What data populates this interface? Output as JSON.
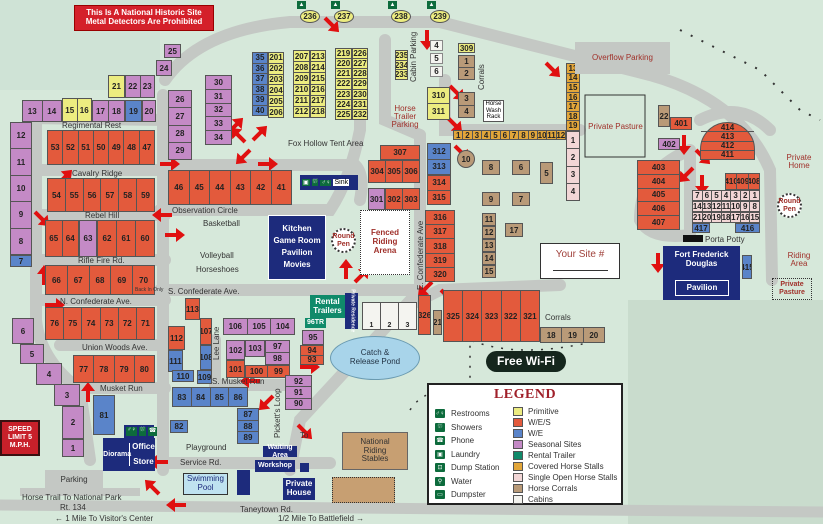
{
  "colors": {
    "wes": "#e35a3c",
    "primitive": "#ecec80",
    "we": "#5a84c9",
    "seasonal": "#c48ac6",
    "rental": "#108a6a",
    "covered": "#e2a63a",
    "single": "#f2d6d6",
    "corral": "#b99a78",
    "cabin": "#f4f4f0",
    "navy": "#1d2b7c",
    "road": "#c4c8c4",
    "arrow": "#e01010"
  },
  "banner": {
    "line1": "This Is A National Historic Site",
    "line2": "Metal Detectors Are Prohibited"
  },
  "tent_sites": [
    "236",
    "237",
    "238",
    "239"
  ],
  "sites": [
    {
      "type": "wes",
      "labels": [
        "53",
        "52",
        "51",
        "50",
        "49",
        "48",
        "47"
      ]
    },
    {
      "type": "wes",
      "labels": [
        "54",
        "55",
        "56",
        "57",
        "58",
        "59"
      ]
    },
    {
      "type": "wes",
      "labels": [
        "65",
        "64"
      ]
    },
    {
      "type": "seasonal",
      "labels": [
        "63"
      ]
    },
    {
      "type": "wes",
      "labels": [
        "62",
        "61",
        "60"
      ]
    },
    {
      "type": "wes",
      "labels": [
        "66",
        "67",
        "68",
        "69",
        "70"
      ]
    },
    {
      "type": "wes",
      "labels": [
        "76",
        "75",
        "74",
        "73",
        "72",
        "71"
      ]
    },
    {
      "type": "wes",
      "labels": [
        "77",
        "78",
        "79",
        "80"
      ]
    },
    {
      "type": "wes",
      "labels": [
        "46",
        "45",
        "44",
        "43",
        "42",
        "41"
      ]
    },
    {
      "type": "seasonal",
      "labels": [
        "13",
        "14"
      ]
    },
    {
      "type": "primitive",
      "labels": [
        "15",
        "16"
      ]
    },
    {
      "type": "seasonal",
      "labels": [
        "17",
        "18"
      ]
    },
    {
      "type": "we",
      "labels": [
        "19"
      ]
    },
    {
      "type": "seasonal",
      "labels": [
        "20"
      ]
    },
    {
      "type": "primitive",
      "labels": [
        "21"
      ]
    },
    {
      "type": "seasonal",
      "labels": [
        "22",
        "23"
      ]
    },
    {
      "type": "seasonal",
      "labels": [
        "24"
      ]
    },
    {
      "type": "seasonal",
      "labels": [
        "25"
      ]
    },
    {
      "type": "seasonal",
      "labels": [
        "12",
        "11",
        "10",
        "9",
        "8"
      ]
    },
    {
      "type": "we",
      "labels": [
        "7"
      ]
    },
    {
      "type": "seasonal",
      "labels": [
        "6",
        "5",
        "4",
        "3",
        "2",
        "1"
      ]
    },
    {
      "type": "seasonal",
      "labels": [
        "26",
        "27",
        "28",
        "29"
      ]
    },
    {
      "type": "seasonal",
      "labels": [
        "30",
        "31",
        "32",
        "33",
        "34"
      ]
    },
    {
      "type": "we",
      "labels": [
        "35",
        "36",
        "37",
        "38",
        "39",
        "40"
      ]
    },
    {
      "type": "primitive",
      "labels": [
        "201",
        "202",
        "203",
        "204",
        "205",
        "206"
      ]
    },
    {
      "type": "primitive",
      "labels": [
        "207",
        "208",
        "209",
        "210",
        "211",
        "212"
      ]
    },
    {
      "type": "primitive",
      "labels": [
        "213",
        "214",
        "215",
        "216",
        "217",
        "218"
      ]
    },
    {
      "type": "primitive",
      "labels": [
        "219",
        "220",
        "221",
        "222",
        "223",
        "224",
        "225"
      ]
    },
    {
      "type": "primitive",
      "labels": [
        "226",
        "227",
        "228",
        "229",
        "230",
        "231",
        "232"
      ]
    },
    {
      "type": "primitive",
      "labels": [
        "235",
        "234",
        "233"
      ]
    },
    {
      "type": "wes",
      "labels": [
        "307"
      ]
    },
    {
      "type": "wes",
      "labels": [
        "304",
        "305",
        "306"
      ]
    },
    {
      "type": "seasonal",
      "labels": [
        "301"
      ]
    },
    {
      "type": "wes",
      "labels": [
        "302",
        "303"
      ]
    },
    {
      "type": "we",
      "labels": [
        "312",
        "313"
      ]
    },
    {
      "type": "wes",
      "labels": [
        "314",
        "315"
      ]
    },
    {
      "type": "wes",
      "labels": [
        "316",
        "317",
        "318",
        "319",
        "320"
      ]
    },
    {
      "type": "primitive",
      "labels": [
        "309"
      ]
    },
    {
      "type": "corral",
      "labels": [
        "1",
        "2"
      ]
    },
    {
      "type": "corral",
      "labels": [
        "3",
        "4"
      ]
    },
    {
      "type": "primitive",
      "labels": [
        "310",
        "311"
      ]
    },
    {
      "type": "covered",
      "labels": [
        "1",
        "2",
        "3",
        "4",
        "5",
        "6",
        "7",
        "8",
        "9",
        "10",
        "11",
        "12"
      ]
    },
    {
      "type": "covered",
      "labels": [
        "13",
        "14",
        "15",
        "16",
        "17",
        "18",
        "19"
      ]
    },
    {
      "type": "single",
      "labels": [
        "1",
        "2",
        "3",
        "4"
      ]
    },
    {
      "type": "corral",
      "labels": [
        "10",
        "8",
        "6",
        "5",
        "9",
        "7",
        "11",
        "12",
        "13",
        "14",
        "15",
        "17"
      ]
    },
    {
      "type": "corral",
      "labels": [
        "22"
      ]
    },
    {
      "type": "wes",
      "labels": [
        "401"
      ]
    },
    {
      "type": "seasonal",
      "labels": [
        "402"
      ]
    },
    {
      "type": "wes",
      "labels": [
        "414",
        "413",
        "412",
        "411"
      ]
    },
    {
      "type": "wes",
      "labels": [
        "403",
        "404",
        "405",
        "406",
        "407"
      ]
    },
    {
      "type": "wes",
      "labels": [
        "410",
        "409",
        "408"
      ]
    },
    {
      "type": "single",
      "labels": [
        "7",
        "6",
        "5",
        "4",
        "3",
        "2",
        "1"
      ]
    },
    {
      "type": "single",
      "labels": [
        "14",
        "13",
        "12",
        "11",
        "10",
        "9",
        "8"
      ]
    },
    {
      "type": "single",
      "labels": [
        "21",
        "20",
        "19",
        "18",
        "17",
        "16",
        "15"
      ]
    },
    {
      "type": "we",
      "labels": [
        "417"
      ]
    },
    {
      "type": "we",
      "labels": [
        "416"
      ]
    },
    {
      "type": "we",
      "labels": [
        "415"
      ]
    },
    {
      "type": "wes",
      "labels": [
        "113"
      ]
    },
    {
      "type": "wes",
      "labels": [
        "107"
      ]
    },
    {
      "type": "wes",
      "labels": [
        "112"
      ]
    },
    {
      "type": "we",
      "labels": [
        "108"
      ]
    },
    {
      "type": "we",
      "labels": [
        "111"
      ]
    },
    {
      "type": "we",
      "labels": [
        "110"
      ]
    },
    {
      "type": "we",
      "labels": [
        "109"
      ]
    },
    {
      "type": "seasonal",
      "labels": [
        "106",
        "105",
        "104"
      ]
    },
    {
      "type": "seasonal",
      "labels": [
        "102"
      ]
    },
    {
      "type": "seasonal",
      "labels": [
        "103"
      ]
    },
    {
      "type": "seasonal",
      "labels": [
        "97",
        "98"
      ]
    },
    {
      "type": "wes",
      "labels": [
        "101"
      ]
    },
    {
      "type": "wes",
      "labels": [
        "100",
        "99"
      ]
    },
    {
      "type": "seasonal",
      "labels": [
        "95"
      ]
    },
    {
      "type": "wes",
      "labels": [
        "94",
        "93"
      ]
    },
    {
      "type": "seasonal",
      "labels": [
        "92",
        "91",
        "90"
      ]
    },
    {
      "type": "we",
      "labels": [
        "83",
        "84",
        "85",
        "86"
      ]
    },
    {
      "type": "we",
      "labels": [
        "87",
        "88",
        "89"
      ]
    },
    {
      "type": "we",
      "labels": [
        "82"
      ]
    },
    {
      "type": "we",
      "labels": [
        "81"
      ]
    },
    {
      "type": "wes",
      "labels": [
        "326"
      ]
    },
    {
      "type": "corral",
      "labels": [
        "21"
      ]
    },
    {
      "type": "wes",
      "labels": [
        "325",
        "324",
        "323",
        "322",
        "321"
      ]
    },
    {
      "type": "corral",
      "labels": [
        "18",
        "19",
        "20"
      ]
    },
    {
      "type": "cabin",
      "labels": [
        "1",
        "2",
        "3"
      ]
    },
    {
      "type": "cabin",
      "labels": [
        "4",
        "5",
        "6"
      ]
    }
  ],
  "map_labels": [
    "Regimental Rest",
    "Cavalry Ridge",
    "Rebel Hill",
    "Rifle Fire Rd.",
    "N. Confederate Ave.",
    "Union Woods Ave.",
    "Musket Run",
    "S. Confederate Ave.",
    "Lee Lane",
    "S. Musket Run",
    "Pickett's Loop",
    "Service Rd.",
    "Observation Circle",
    "Basketball",
    "Volleyball",
    "Horseshoes",
    "Fox Hollow Tent Area",
    "E. Confederate Ave",
    "Horse Trailer Parking",
    "Cabin Parking",
    "Corrals",
    "Corrals",
    "Playground",
    "Horse Trail To National Park",
    "Rt. 134",
    "Taneytown Rd.",
    "← 1 Mile To Visitor's Center",
    "1/2 Mile To Battlefield →",
    "To",
    "Porta Potty",
    "Riding Area",
    "Private Home",
    "Back In Only"
  ],
  "places": {
    "overflow_parking": "Overflow Parking",
    "private_pasture": "Private Pasture",
    "horse_wash_rack": "Horse Wash Rack",
    "fenced_riding_arena": "Fenced Riding Arena",
    "round_pen": "Round Pen",
    "fort_frederick_douglas": "Fort Frederick Douglas",
    "pavilion": "Pavilion",
    "kitchen": "Kitchen",
    "game_room": "Game Room",
    "movies": "Movies",
    "rental_trailers": "Rental Trailers",
    "tr96": "96TR",
    "private_residence": "Private Residence",
    "pond": "Catch & Release Pond",
    "stables": "National Riding Stables",
    "office": "Office",
    "store": "Store",
    "diorama": "Diorama",
    "parking": "Parking",
    "swimming_pool": "Swimming Pool",
    "private_house": "Private House",
    "waiting_area": "Waiting Area",
    "workshop": "Workshop",
    "sink": "Sink",
    "speed_limit": "SPEED LIMIT 5 M.P.H.",
    "wifi": "Free Wi-Fi",
    "your_site": "Your Site #"
  },
  "legend": {
    "title": "LEGEND",
    "amenities": [
      {
        "icon": "restrooms-icon",
        "label": "Restrooms",
        "glyph": "♂♀"
      },
      {
        "icon": "showers-icon",
        "label": "Showers",
        "glyph": "⛆"
      },
      {
        "icon": "phone-icon",
        "label": "Phone",
        "glyph": "☎"
      },
      {
        "icon": "laundry-icon",
        "label": "Laundry",
        "glyph": "▣"
      },
      {
        "icon": "dump-station-icon",
        "label": "Dump Station",
        "glyph": "⊡"
      },
      {
        "icon": "water-icon",
        "label": "Water",
        "glyph": "⚲"
      },
      {
        "icon": "dumpster-icon",
        "label": "Dumpster",
        "glyph": "▭"
      }
    ],
    "site_types": [
      {
        "key": "primitive",
        "label": "Primitive"
      },
      {
        "key": "wes",
        "label": "W/E/S"
      },
      {
        "key": "we",
        "label": "W/E"
      },
      {
        "key": "seasonal",
        "label": "Seasonal Sites"
      },
      {
        "key": "rental",
        "label": "Rental Trailer"
      },
      {
        "key": "covered",
        "label": "Covered Horse Stalls"
      },
      {
        "key": "single",
        "label": "Single Open Horse Stalls"
      },
      {
        "key": "corral",
        "label": "Horse Corrals"
      },
      {
        "key": "cabin",
        "label": "Cabins"
      }
    ]
  }
}
